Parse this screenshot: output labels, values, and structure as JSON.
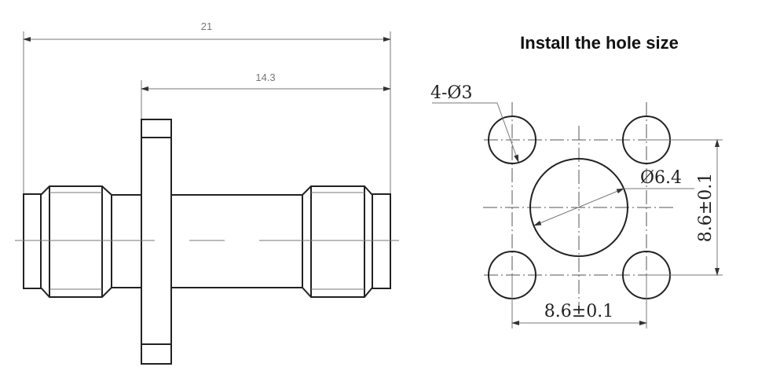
{
  "side_view": {
    "dim_overall_length": "21",
    "dim_flange_to_end": "14.3"
  },
  "hole_pattern": {
    "title": "Install the hole size",
    "small_holes_label": "4-Ø3",
    "center_hole_label": "Ø6.4",
    "vertical_spacing": "8.6±0.1",
    "horizontal_spacing": "8.6±0.1"
  }
}
